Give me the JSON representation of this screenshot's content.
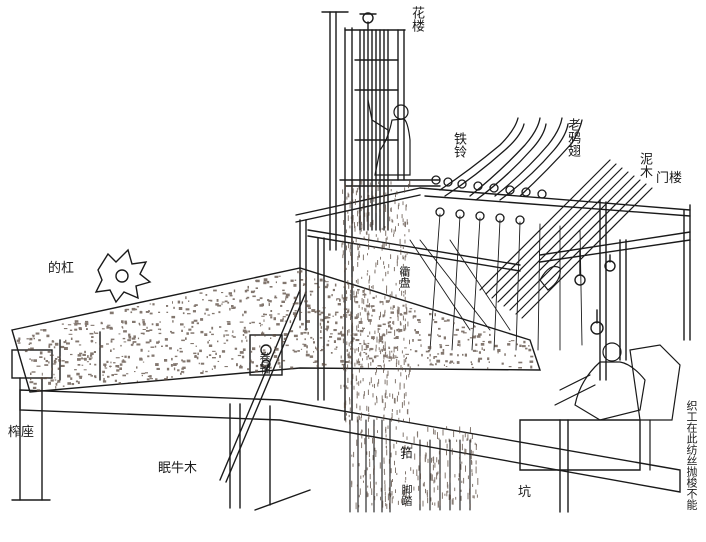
{
  "labels": {
    "huabu": "花楼",
    "tieling": "铁铃",
    "laoya_chi": "老鸦翅",
    "ni_mu": "泥木",
    "men_lou": "门楼",
    "di_gang": "的杠",
    "zhu_zuo": "榨座",
    "mian_niu_mu": "眠牛木",
    "qu_pan": "衢盘",
    "juan_zhou": "卷轴",
    "zhu": "筘",
    "keng": "坑",
    "jiao_tou": "脚踏",
    "side_note": "织工在此纺丝抛梭不能"
  },
  "colors": {
    "ink": "#1a1a1a",
    "weave": "#5a4a40",
    "paper": "#ffffff"
  }
}
